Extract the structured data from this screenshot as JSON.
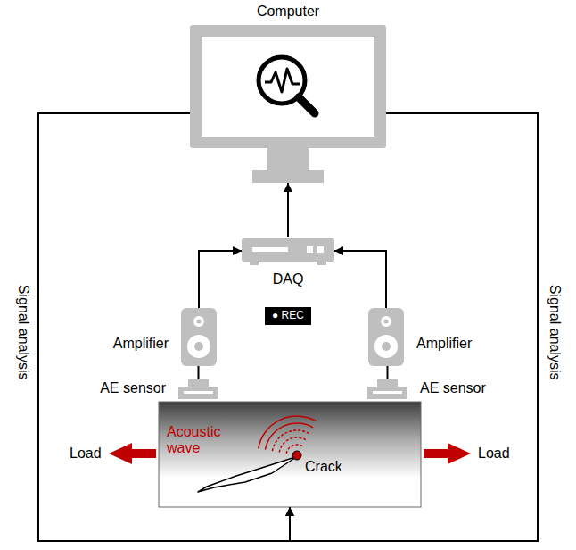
{
  "diagram": {
    "nodes": [
      {
        "text": [
          "Computer"
        ]
      },
      {
        "text": [
          "DAQ"
        ]
      },
      {
        "text": [
          "● REC"
        ]
      },
      {
        "text": [
          "Amplifier"
        ]
      },
      {
        "text": [
          "Amplifier"
        ]
      },
      {
        "text": [
          "AE sensor"
        ]
      },
      {
        "text": [
          "AE sensor"
        ]
      },
      {
        "text": [
          "Acoustic wave",
          "Crack"
        ]
      }
    ],
    "edges": [
      {
        "from": 3,
        "to": 1,
        "arrow": "to"
      },
      {
        "from": 4,
        "to": 1,
        "arrow": "to"
      },
      {
        "from": 1,
        "to": 0,
        "arrow": "to"
      },
      {
        "from": 5,
        "to": 3,
        "arrow": "none"
      },
      {
        "from": 6,
        "to": 4,
        "arrow": "none"
      },
      {
        "from": 0,
        "to": 7,
        "arrow": "to"
      },
      {
        "from": 0,
        "to": 7,
        "arrow": "to"
      }
    ],
    "labels": [
      "Signal analysis",
      "Signal analysis",
      "Load",
      "Load"
    ]
  }
}
